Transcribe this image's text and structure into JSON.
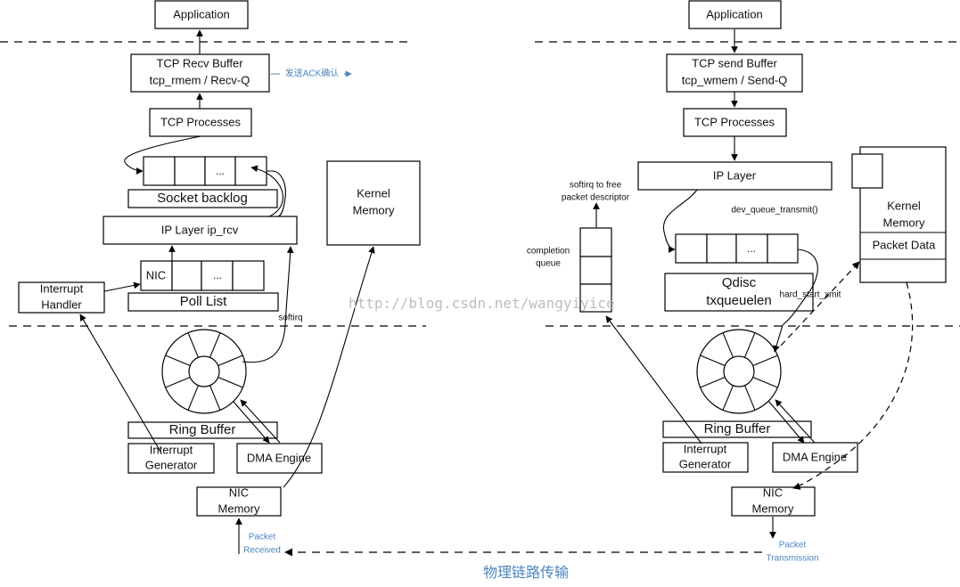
{
  "receive_side": {
    "application": "Application",
    "tcp_recv_buffer": [
      "TCP Recv Buffer",
      "tcp_rmem / Recv-Q"
    ],
    "ack_note": "发送ACK确认",
    "tcp_processes": "TCP Processes",
    "backlog_cell": "...",
    "socket_backlog": "Socket backlog",
    "kernel_memory": [
      "Kernel",
      "Memory"
    ],
    "ip_layer": "IP Layer ip_rcv",
    "nic_cell": "NIC",
    "poll_cell": "...",
    "poll_list": "Poll List",
    "interrupt_handler": [
      "Interrupt",
      "Handler"
    ],
    "softirq": "softirq",
    "ring_buffer": "Ring Buffer",
    "interrupt_generator": [
      "Interrupt",
      "Generator"
    ],
    "dma_engine": "DMA Engine",
    "nic_memory": [
      "NIC",
      "Memory"
    ],
    "packet_received": [
      "Packet",
      "Received"
    ]
  },
  "send_side": {
    "application": "Application",
    "tcp_send_buffer": [
      "TCP send Buffer",
      "tcp_wmem / Send-Q"
    ],
    "tcp_processes": "TCP Processes",
    "ip_layer": "IP Layer",
    "softirq_free": [
      "softirq to free",
      "packet descriptor"
    ],
    "completion_queue": [
      "completion",
      "queue"
    ],
    "dev_queue_transmit": "dev_queue_transmit()",
    "kernel_memory": [
      "Kernel",
      "Memory"
    ],
    "packet_data": "Packet Data",
    "qdisc_cell": "...",
    "qdisc": [
      "Qdisc",
      "txqueuelen"
    ],
    "hard_start_xmit": "hard_start_xmit",
    "ring_buffer": "Ring Buffer",
    "interrupt_generator": [
      "Interrupt",
      "Generator"
    ],
    "dma_engine": "DMA Engine",
    "nic_memory": [
      "NIC",
      "Memory"
    ],
    "packet_transmission": [
      "Packet",
      "Transmission"
    ]
  },
  "watermark": "http://blog.csdn.net/wangyiyice",
  "physical_link": "物理链路传输",
  "colors": {
    "line": "#000000",
    "annotation": "#4a86c0",
    "watermark": "#bdbdbd"
  }
}
